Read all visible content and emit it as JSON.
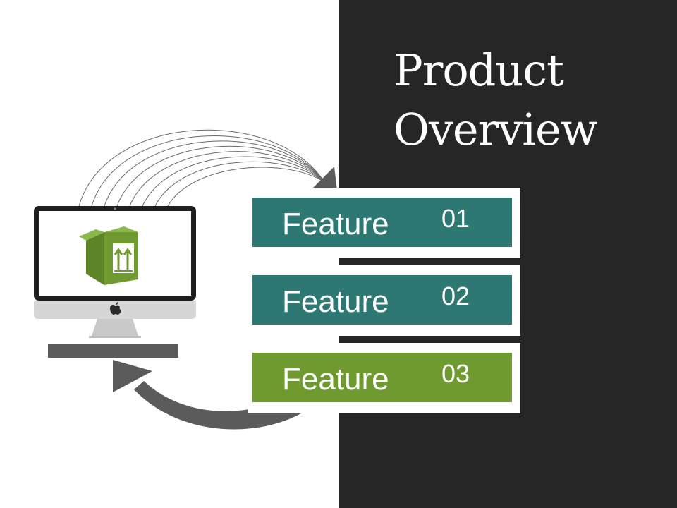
{
  "title": {
    "line1": "Product",
    "line2": "Overview"
  },
  "features": [
    {
      "label": "Feature",
      "number": "01",
      "color": "#2d7872"
    },
    {
      "label": "Feature",
      "number": "02",
      "color": "#2d7872"
    },
    {
      "label": "Feature",
      "number": "03",
      "color": "#6e9a30"
    }
  ],
  "colors": {
    "panel": "#262626",
    "monitor_bezel": "#1e1e1e",
    "monitor_chin": "#d6d6d6",
    "box_green": "#6e9a30",
    "arrow_gray": "#5b5b5b"
  },
  "icons": {
    "computer": "monitor-icon",
    "logo": "apple-logo-icon",
    "package": "package-box-icon"
  }
}
